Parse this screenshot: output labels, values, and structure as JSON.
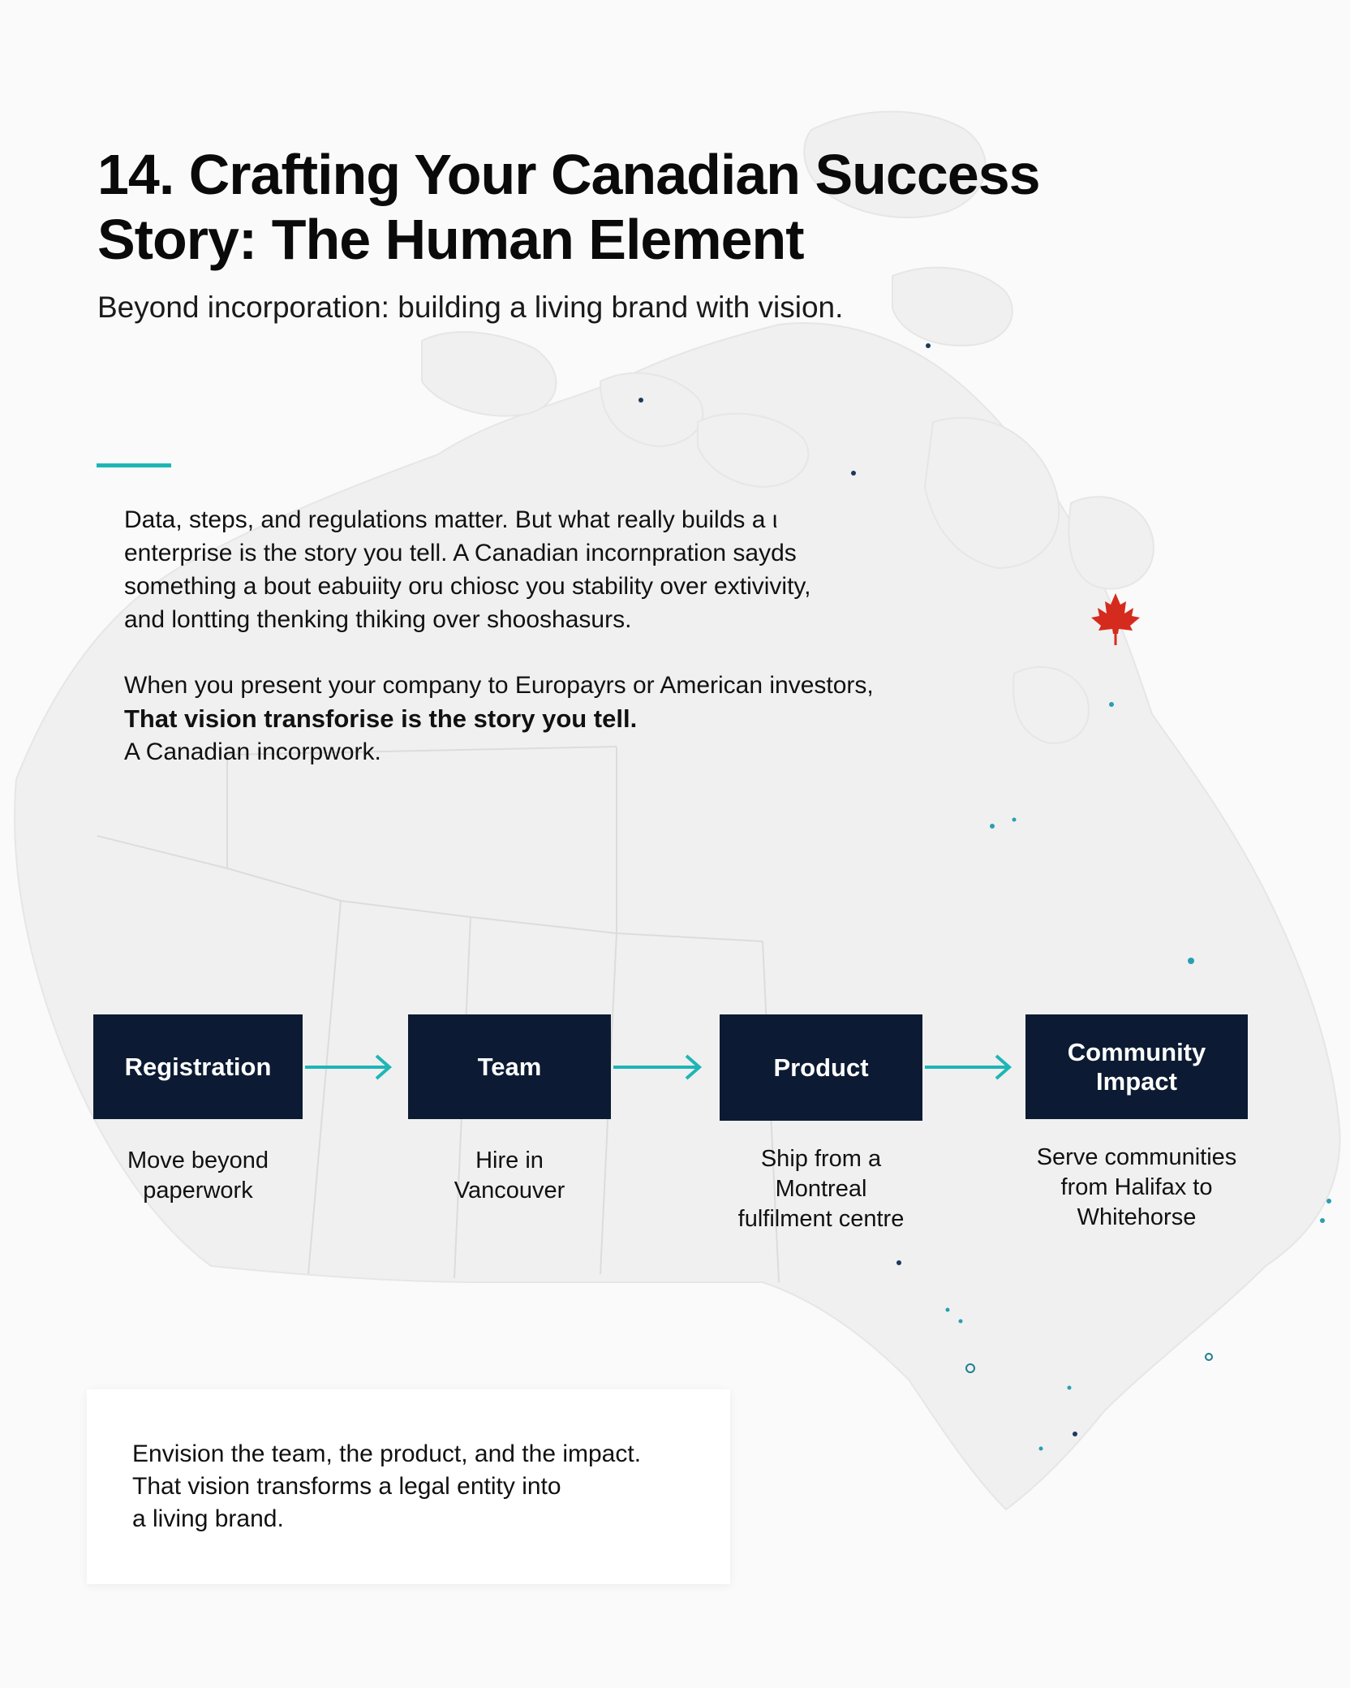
{
  "header": {
    "title_line1": "14. Crafting Your Canadian Success",
    "title_line2": "Story: The Human Element",
    "subtitle": "Beyond incorporation: building a living brand with vision."
  },
  "body": {
    "line1": "Data, steps, and regulations matter. But what really builds a ι",
    "line2": "enterprise is the story you tell. A Canadian incornpration sayds",
    "line3": "something a bout eabuiity oru chiosc you stability over extivivity,",
    "line4": "and lontting thenking thiking over shooshasurs.",
    "line5": "When you present your company to Europayrs or American investors,",
    "line6": "That vision transforise is the story you tell.",
    "line7": "A Canadian incorpwork."
  },
  "steps": [
    {
      "label": "Registration",
      "desc_line1": "Move beyond",
      "desc_line2": "paperwork",
      "desc_line3": ""
    },
    {
      "label": "Team",
      "desc_line1": "Hire in",
      "desc_line2": "Vancouver",
      "desc_line3": ""
    },
    {
      "label": "Product",
      "desc_line1": "Ship from a",
      "desc_line2": "Montreal",
      "desc_line3": "fulfilment centre"
    },
    {
      "label_line1": "Community",
      "label_line2": "Impact",
      "desc_line1": "Serve communities",
      "desc_line2": "from Halifax to",
      "desc_line3": "Whitehorse"
    }
  ],
  "callout": {
    "line1": "Envision the team, the product, and the impact.",
    "line2": "That vision transforms a legal entity into",
    "line3": "a living brand."
  },
  "colors": {
    "navy": "#0c1b33",
    "teal": "#1fb5b5",
    "maple_red": "#d52b1e"
  },
  "icons": {
    "maple_leaf": "maple-leaf-icon",
    "arrow": "arrow-right-icon"
  }
}
